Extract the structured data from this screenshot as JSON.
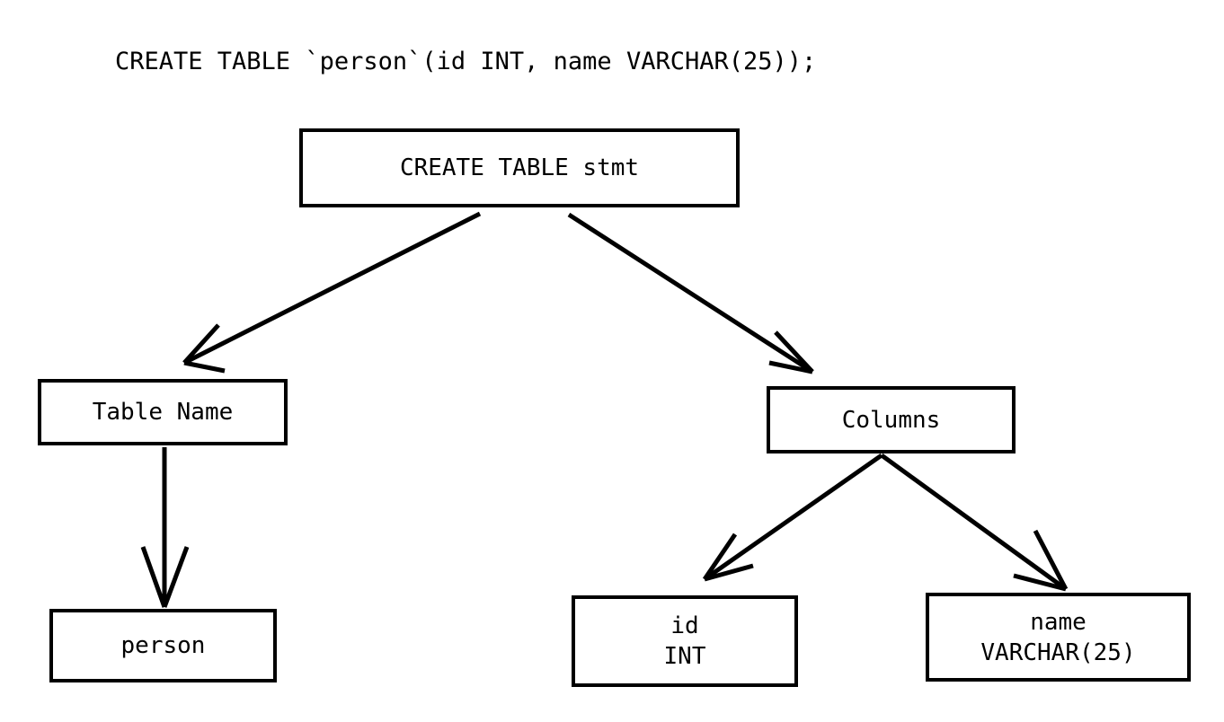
{
  "diagram": {
    "title": "CREATE TABLE `person`(id INT, name VARCHAR(25));",
    "type": "parse-tree",
    "background_color": "#ffffff",
    "stroke_color": "#000000",
    "nodes": [
      {
        "id": "root",
        "label": "CREATE TABLE stmt",
        "line1": "CREATE TABLE stmt",
        "line2": ""
      },
      {
        "id": "table_name",
        "label": "Table Name",
        "line1": "Table Name",
        "line2": ""
      },
      {
        "id": "person",
        "label": "person",
        "line1": "person",
        "line2": ""
      },
      {
        "id": "columns",
        "label": "Columns",
        "line1": "Columns",
        "line2": ""
      },
      {
        "id": "col_id",
        "label": "id INT",
        "line1": "id",
        "line2": "INT"
      },
      {
        "id": "col_name",
        "label": "name VARCHAR(25)",
        "line1": "name",
        "line2": "VARCHAR(25)"
      }
    ],
    "edges": [
      {
        "from": "root",
        "to": "table_name",
        "arrow": "open-v"
      },
      {
        "from": "root",
        "to": "columns",
        "arrow": "open-v"
      },
      {
        "from": "table_name",
        "to": "person",
        "arrow": "open-v"
      },
      {
        "from": "columns",
        "to": "col_id",
        "arrow": "open-v"
      },
      {
        "from": "columns",
        "to": "col_name",
        "arrow": "open-v"
      }
    ]
  }
}
